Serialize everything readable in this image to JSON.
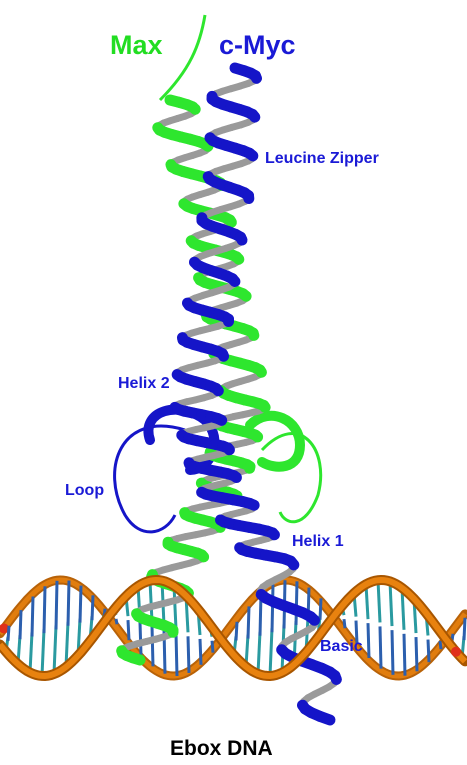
{
  "title": "",
  "labels": {
    "max": "Max",
    "cmyc": "c-Myc",
    "leucine_zipper": "Leucine Zipper",
    "helix2": "Helix 2",
    "loop": "Loop",
    "helix1": "Helix 1",
    "basic": "Basic",
    "dna": "Ebox DNA"
  },
  "colors": {
    "max": "#2ee62e",
    "cmyc": "#1515c8",
    "label_blue": "#1a1ad6",
    "label_green": "#22dd22",
    "label_black": "#000000",
    "dna_backbone": "#e8820f",
    "dna_bases": "#2a9aa0",
    "ribbon_back": "#9a9a9a"
  }
}
